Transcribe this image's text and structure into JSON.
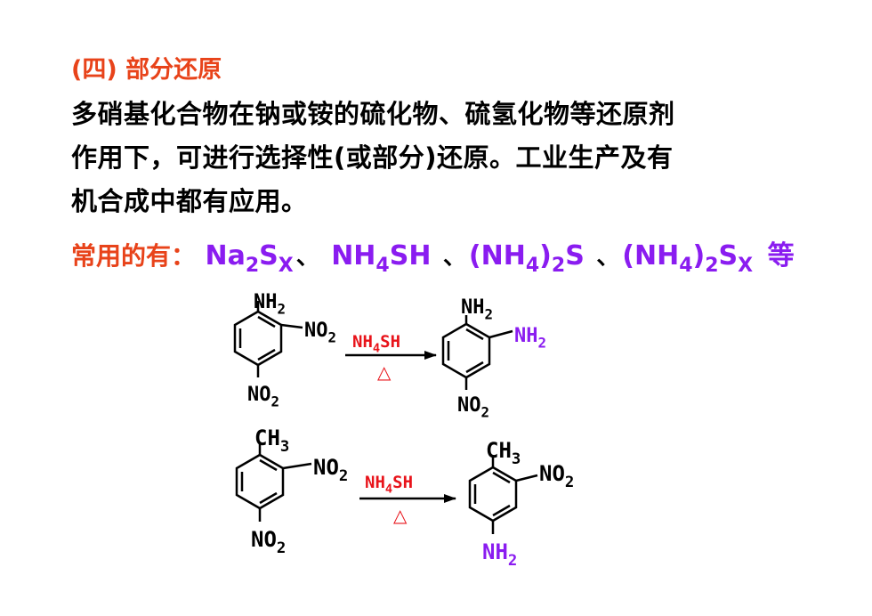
{
  "heading": "(四) 部分还原",
  "paragraph": {
    "line1": "多硝基化合物在钠或铵的硫化物、硫氢化物等还原剂",
    "line2": "作用下，可进行选择性(或部分)还原。工业生产及有",
    "line3": "机合成中都有应用。"
  },
  "common_reagents": {
    "lead": "常用的有：",
    "r1": {
      "main": "Na",
      "sub1": "2",
      "mid": "S",
      "sub2": "X"
    },
    "r2": {
      "main": "NH",
      "sub1": "4",
      "tail": "SH"
    },
    "r3": {
      "main": "(NH",
      "sub1": "4",
      "mid": ")",
      "sub2": "2",
      "tail": "S"
    },
    "r4": {
      "main": "(NH",
      "sub1": "4",
      "mid": ")",
      "sub2": "2",
      "tail": "S",
      "sub3": "X"
    },
    "separator": "、",
    "suffix": "等"
  },
  "reaction1": {
    "reactant": {
      "top": "NH2",
      "side": "NO2",
      "bottom": "NO2"
    },
    "reagent": "NH4SH",
    "condition": "△",
    "product": {
      "top": "NH2",
      "side": "NH2",
      "bottom": "NO2"
    }
  },
  "reaction2": {
    "reactant": {
      "top": "CH3",
      "side": "NO2",
      "bottom": "NO2"
    },
    "reagent": "NH4SH",
    "condition": "△",
    "product": {
      "top": "CH3",
      "side": "NO2",
      "bottom": "NH2"
    }
  },
  "colors": {
    "heading": "#e8431a",
    "reagent": "#e8131a",
    "highlight": "#8a1cf0",
    "text": "#000000"
  }
}
